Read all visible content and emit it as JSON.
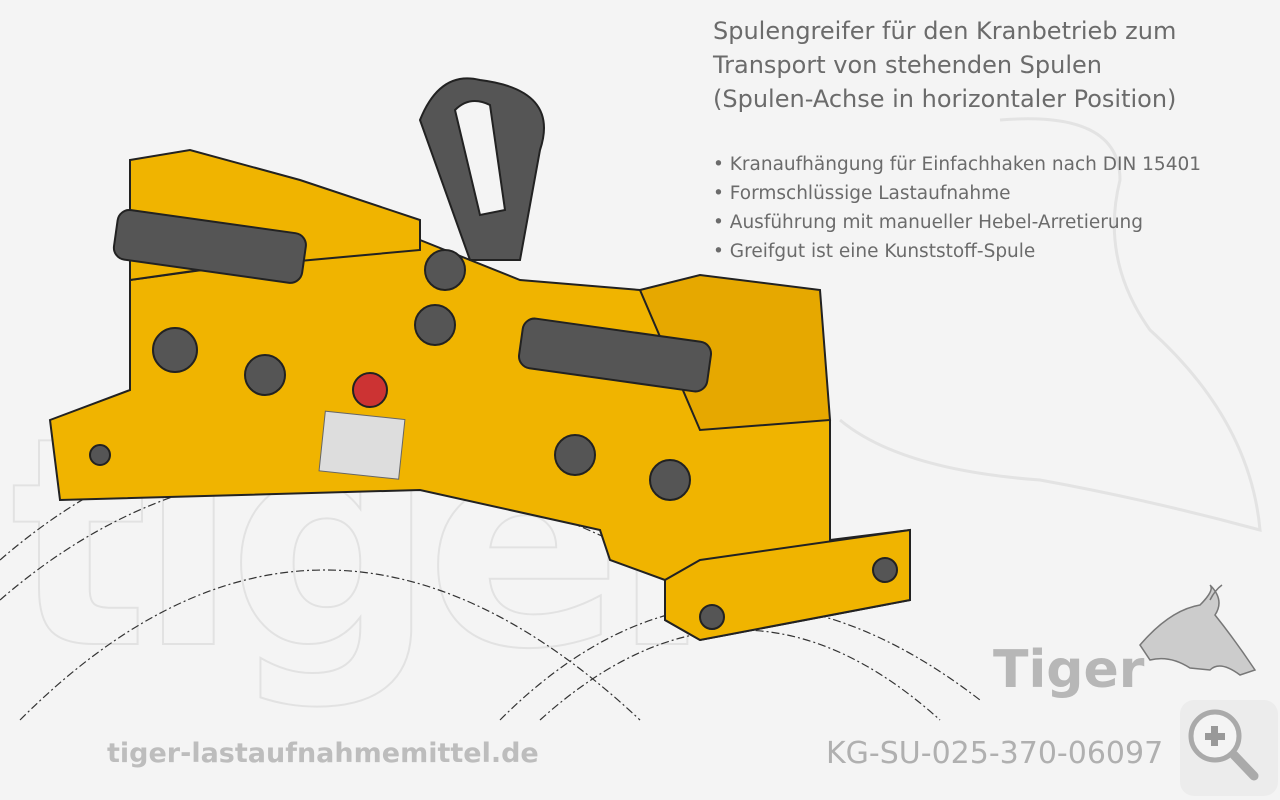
{
  "title_lines": [
    "Spulengreifer für den Kranbetrieb zum",
    "Transport von stehenden Spulen",
    "(Spulen-Achse in horizontaler Position)"
  ],
  "features": [
    "Kranaufhängung für Einfachhaken nach DIN 15401",
    "Formschlüssige Lastaufnahme",
    "Ausführung mit manueller Hebel-Arretierung",
    "Greifgut ist eine Kunststoff-Spule"
  ],
  "website": "tiger-lastaufnahmemittel.de",
  "product_code": "KG-SU-025-370-06097",
  "watermark_text": "tiger",
  "logo_text": "Tiger",
  "zoom_icon": "zoom-in-icon",
  "colors": {
    "frame": "#f0b400",
    "handle": "#555555",
    "text": "#6b6b6b"
  }
}
